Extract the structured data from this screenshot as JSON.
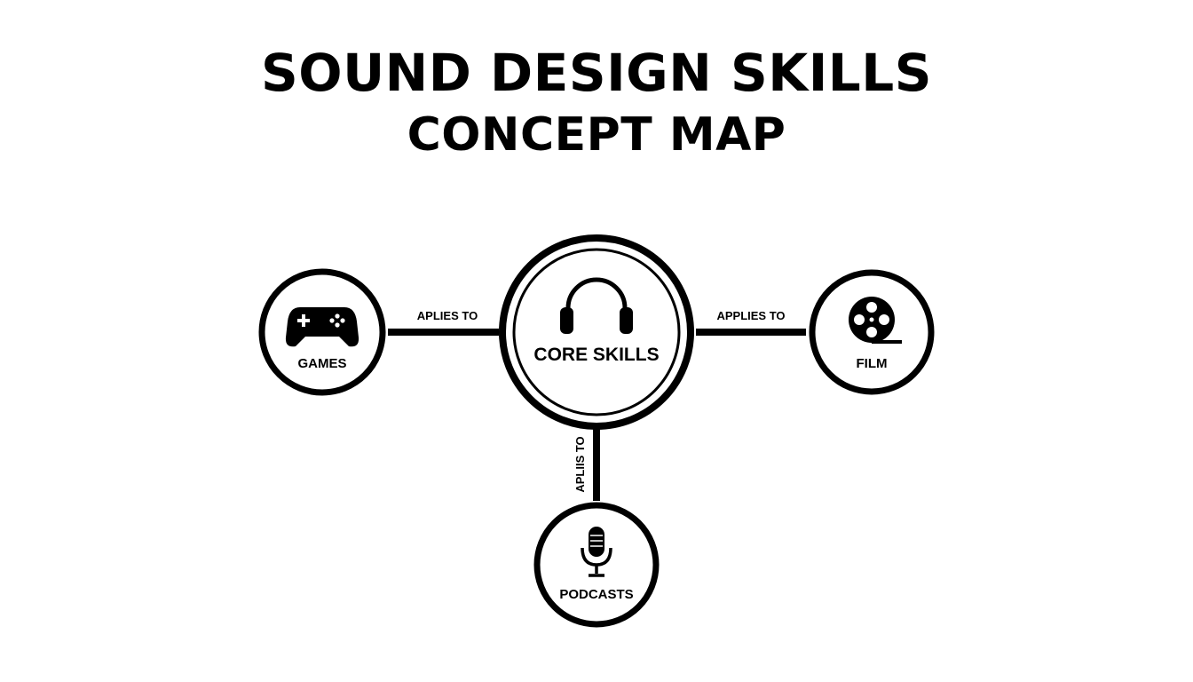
{
  "title": {
    "line1": "SOUND DESIGN SKILLS",
    "line2": "CONCEPT MAP"
  },
  "nodes": {
    "core": {
      "label": "CORE SKILLS",
      "icon": "headphones-icon"
    },
    "games": {
      "label": "GAMES",
      "icon": "gamepad-icon"
    },
    "film": {
      "label": "FILM",
      "icon": "film-reel-icon"
    },
    "podcasts": {
      "label": "PODCASTS",
      "icon": "microphone-icon"
    }
  },
  "edges": {
    "games": "APLIES TO",
    "film": "APPLIES TO",
    "podcasts": "APLIIS TO"
  },
  "colors": {
    "stroke": "#000000",
    "background": "#ffffff"
  }
}
